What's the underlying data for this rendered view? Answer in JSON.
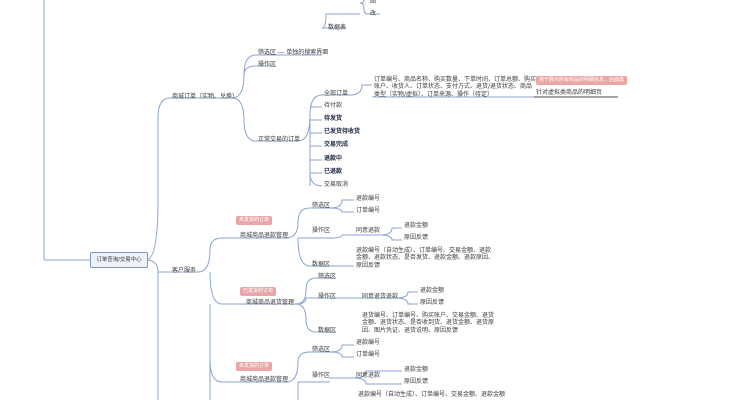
{
  "root": "订单查询/交易中心",
  "top_leaves": [
    "图",
    "改",
    "数据表"
  ],
  "mall_orders": {
    "label": "商城订单（实物、兑换）",
    "filter_area": "筛选区 --- 单独的搜索界面",
    "operate_area": "操作区",
    "normal_orders": {
      "label": "正常交易的订单",
      "all": {
        "label": "全部订单",
        "fields": "订单编号、商品名称、购买数量、下单时间、订单总额、购买账户、收货人、订单状态、支付方式、退货/退货状态、商品类型（实物/虚拟）、订单来源、操作（待定）",
        "note_tag": "用于展示所有商品的明细信息，后面再",
        "note_text": "针对虚拟类商品的明细页"
      },
      "statuses": [
        "待付款",
        "待发货",
        "已发货待收货",
        "交易完成",
        "退款中",
        "已退款",
        "交易取消"
      ]
    }
  },
  "customer_service": {
    "label": "客户服务",
    "groups": [
      {
        "tag": "未发货的订单",
        "label": "商城商品退款管理",
        "filter_area": "筛选区",
        "filter_items": [
          "退款编号",
          "订单编号"
        ],
        "operate_area": "操作区",
        "operate_item": "同意退款",
        "operate_subitems": [
          "退款金额",
          "原因反馈"
        ],
        "data_area": "数据区",
        "data_text": "退款编号（自动生成）、订单编号、交易金额、退款金额、退款状态、是否发货、退款金额、退款原因、原因反馈"
      },
      {
        "tag": "已发货的订单",
        "label": "商城商品退货管理",
        "filter_area": "筛选区",
        "operate_area": "操作区",
        "operate_item": "同意退货退款",
        "operate_subitems": [
          "退款金额",
          "原因反馈"
        ],
        "data_area": "数据区",
        "data_text": "退货编号、订单编号、购买账户、交易金额、退货金额、退货状态、是否收到货、退货金额、退货原因、图片凭证、退货说明、原因反馈"
      },
      {
        "tag": "未发货的订单",
        "label": "商城商品退款管理",
        "filter_area": "筛选区",
        "filter_items": [
          "退款编号",
          "订单编号"
        ],
        "operate_area": "操作区",
        "operate_item": "同意退款",
        "operate_subitems": [
          "退款金额",
          "原因反馈"
        ],
        "data_text": "退款编号（自动生成）、订单编号、交易金额、退款金额"
      }
    ]
  },
  "colors": {
    "line": "#8aa3cf",
    "tag": "#e9a6a6",
    "root_border": "#7f97c2",
    "root_fill": "#eef3fb"
  }
}
